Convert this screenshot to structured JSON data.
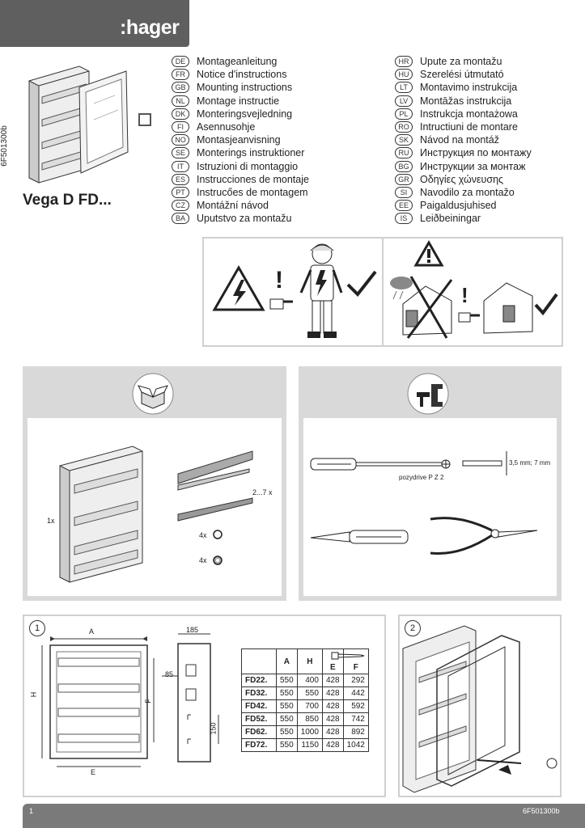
{
  "brand": {
    "logo": ":hager"
  },
  "doc_code": "6F501300b",
  "product_title": "Vega D  FD...",
  "languages_left": [
    {
      "code": "DE",
      "text": "Montageanleitung"
    },
    {
      "code": "FR",
      "text": "Notice d'instructions"
    },
    {
      "code": "GB",
      "text": "Mounting instructions"
    },
    {
      "code": "NL",
      "text": "Montage instructie"
    },
    {
      "code": "DK",
      "text": "Monteringsvejledning"
    },
    {
      "code": "FI",
      "text": "Asennusohje"
    },
    {
      "code": "NO",
      "text": "Montasjeanvisning"
    },
    {
      "code": "SE",
      "text": "Monterings instruktioner"
    },
    {
      "code": "IT",
      "text": "Istruzioni di montaggio"
    },
    {
      "code": "ES",
      "text": "Instrucciones de montaje"
    },
    {
      "code": "PT",
      "text": "Instrucőes de montagem"
    },
    {
      "code": "CZ",
      "text": "Montážní návod"
    },
    {
      "code": "BA",
      "text": "Uputstvo za montažu"
    }
  ],
  "languages_right": [
    {
      "code": "HR",
      "text": "Upute za montažu"
    },
    {
      "code": "HU",
      "text": "Szerelési útmutató"
    },
    {
      "code": "LT",
      "text": "Montavimo instrukcija"
    },
    {
      "code": "LV",
      "text": "Montāžas instrukcija"
    },
    {
      "code": "PL",
      "text": "Instrukcja montażowa"
    },
    {
      "code": "RO",
      "text": "Intructiuni de montare"
    },
    {
      "code": "SK",
      "text": "Návod na montáž"
    },
    {
      "code": "RU",
      "text": "Инструкция по монтажу"
    },
    {
      "code": "BG",
      "text": "Инструкции за монтаж"
    },
    {
      "code": "GR",
      "text": "Οδηγίες χώνευσης"
    },
    {
      "code": "SI",
      "text": "Navodilo za montažo"
    },
    {
      "code": "EE",
      "text": "Paigaldusjuhised"
    },
    {
      "code": "IS",
      "text": "Leiðbeiningar"
    }
  ],
  "contents": {
    "qty_box": "1x",
    "qty_strips": "2...7 x",
    "qty_a": "4x",
    "qty_b": "4x"
  },
  "tools": {
    "screwdriver_label": "pozydrive P Z 2",
    "width_label": "3,5 mm; 7 mm"
  },
  "step1": {
    "number": "1",
    "dim_A": "A",
    "dim_H": "H",
    "dim_E": "E",
    "dim_F": "F",
    "dim_185": "185",
    "dim_85": "85",
    "dim_150": "150",
    "table": {
      "headers": [
        "",
        "A",
        "H",
        "E",
        "F"
      ],
      "rows": [
        [
          "FD22.",
          "550",
          "400",
          "428",
          "292"
        ],
        [
          "FD32.",
          "550",
          "550",
          "428",
          "442"
        ],
        [
          "FD42.",
          "550",
          "700",
          "428",
          "592"
        ],
        [
          "FD52.",
          "550",
          "850",
          "428",
          "742"
        ],
        [
          "FD62.",
          "550",
          "1000",
          "428",
          "892"
        ],
        [
          "FD72.",
          "550",
          "1150",
          "428",
          "1042"
        ]
      ]
    }
  },
  "step2": {
    "number": "2"
  },
  "footer": {
    "page": "1",
    "code": "6F501300b"
  },
  "colors": {
    "panel_grey": "#d9d9d9",
    "logo_grey": "#5f5f5f",
    "footer_grey": "#7a7a7a"
  }
}
